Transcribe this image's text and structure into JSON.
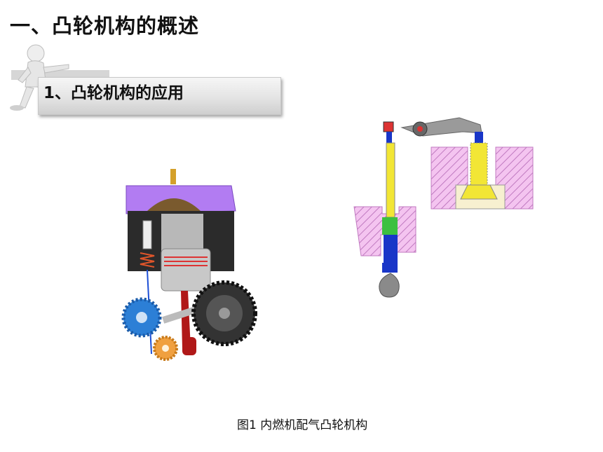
{
  "slide": {
    "title": "一、凸轮机构的概述",
    "subtitle": "1、凸轮机构的应用",
    "caption": "图1  内燃机配气凸轮机构"
  },
  "colors": {
    "accent_purple": "#b27cf2",
    "hatch_pink": "#e19fe0",
    "valve_yellow": "#f2e635",
    "cam_gray": "#8a8a8a",
    "blue": "#1936c8"
  },
  "icons": {
    "person": "person-pointing-icon"
  }
}
